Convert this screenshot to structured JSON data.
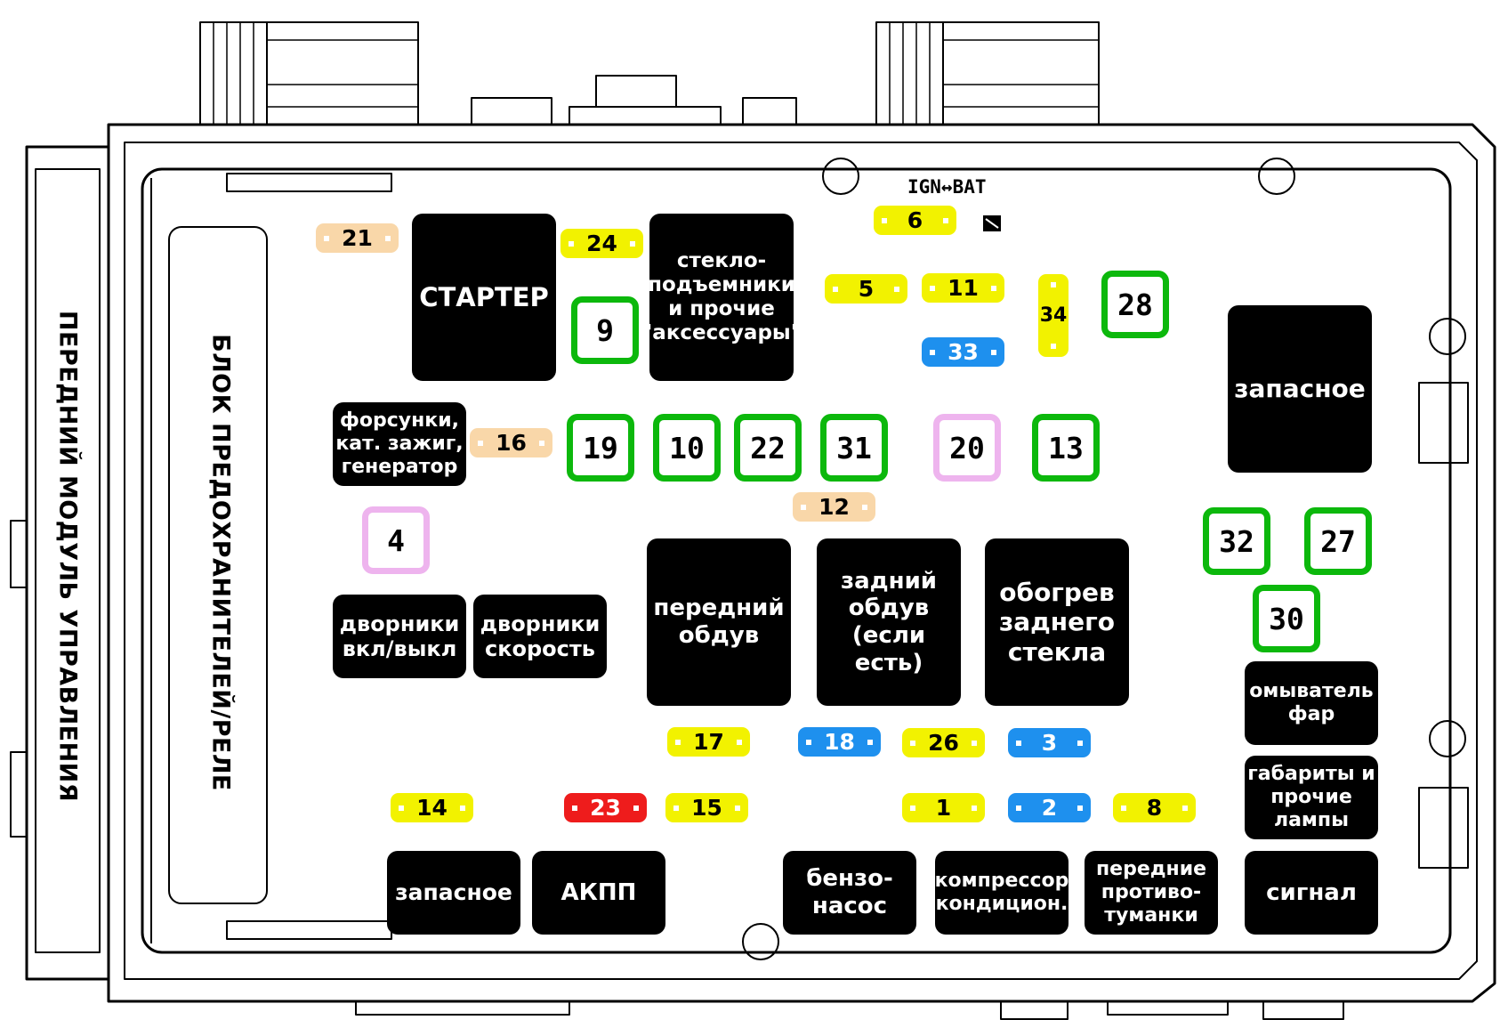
{
  "labels": {
    "pcm": "ПЕРЕДНИЙ МОДУЛЬ УПРАВЛЕНИЯ",
    "fuse_block": "БЛОК ПРЕДОХРАНИТЕЛЕЙ/РЕЛЕ",
    "ign_bat": "IGN↔BAT"
  },
  "colors": {
    "yellow": "#f2f200",
    "orange": "#f9d7a9",
    "blue": "#1e90ee",
    "red": "#ee1c1c",
    "green": "#0cb80c",
    "pink": "#eeb4ee",
    "relay": "#000000"
  },
  "relays": [
    {
      "name": "starter",
      "text": "СТАРТЕР"
    },
    {
      "name": "window-lifts",
      "text": "стекло-\nподъемники\nи прочие\n\"аксессуары\""
    },
    {
      "name": "spare-right",
      "text": "запасное"
    },
    {
      "name": "injectors-ignition-generator",
      "text": "форсунки,\nкат. зажиг,\nгенератор"
    },
    {
      "name": "wipers-on-off",
      "text": "дворники\nвкл/выкл"
    },
    {
      "name": "wipers-speed",
      "text": "дворники\nскорость"
    },
    {
      "name": "front-blower",
      "text": "передний\nобдув"
    },
    {
      "name": "rear-blower",
      "text": "задний\nобдув\n(если есть)"
    },
    {
      "name": "rear-defrost",
      "text": "обогрев\nзаднего\nстекла"
    },
    {
      "name": "headlight-washer",
      "text": "омыватель\nфар"
    },
    {
      "name": "parking-lights",
      "text": "габариты и\nпрочие\nлампы"
    },
    {
      "name": "spare-bottom",
      "text": "запасное"
    },
    {
      "name": "transmission",
      "text": "АКПП"
    },
    {
      "name": "fuel-pump",
      "text": "бензо-\nнасос"
    },
    {
      "name": "ac-compressor",
      "text": "компрессор\nкондицион."
    },
    {
      "name": "front-fog-lights",
      "text": "передние\nпротиво-\nтуманки"
    },
    {
      "name": "horn",
      "text": "сигнал"
    }
  ],
  "maxi_fuses": [
    {
      "number": "9",
      "color": "green"
    },
    {
      "number": "28",
      "color": "green"
    },
    {
      "number": "19",
      "color": "green"
    },
    {
      "number": "10",
      "color": "green"
    },
    {
      "number": "22",
      "color": "green"
    },
    {
      "number": "31",
      "color": "green"
    },
    {
      "number": "20",
      "color": "pink"
    },
    {
      "number": "13",
      "color": "green"
    },
    {
      "number": "4",
      "color": "pink"
    },
    {
      "number": "32",
      "color": "green"
    },
    {
      "number": "27",
      "color": "green"
    },
    {
      "number": "30",
      "color": "green"
    }
  ],
  "mini_fuses": [
    {
      "number": "21",
      "color": "orange"
    },
    {
      "number": "24",
      "color": "yellow"
    },
    {
      "number": "6",
      "color": "yellow"
    },
    {
      "number": "5",
      "color": "yellow"
    },
    {
      "number": "11",
      "color": "yellow"
    },
    {
      "number": "34",
      "color": "yellow"
    },
    {
      "number": "33",
      "color": "blue"
    },
    {
      "number": "16",
      "color": "orange"
    },
    {
      "number": "12",
      "color": "orange"
    },
    {
      "number": "17",
      "color": "yellow"
    },
    {
      "number": "18",
      "color": "blue"
    },
    {
      "number": "26",
      "color": "yellow"
    },
    {
      "number": "3",
      "color": "blue"
    },
    {
      "number": "14",
      "color": "yellow"
    },
    {
      "number": "23",
      "color": "red"
    },
    {
      "number": "15",
      "color": "yellow"
    },
    {
      "number": "1",
      "color": "yellow"
    },
    {
      "number": "2",
      "color": "blue"
    },
    {
      "number": "8",
      "color": "yellow"
    }
  ]
}
